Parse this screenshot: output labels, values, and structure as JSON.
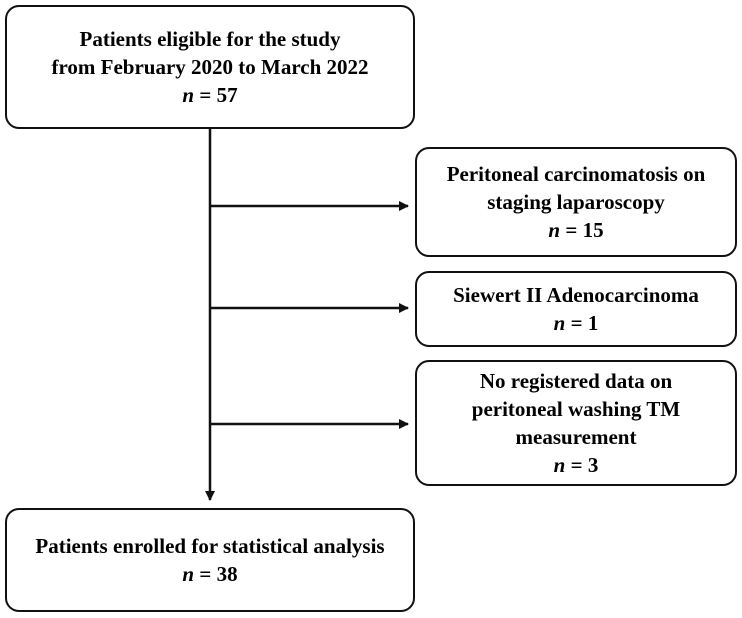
{
  "flowchart": {
    "eligible": {
      "line1": "Patients eligible for the study",
      "line2": "from February 2020 to March 2022",
      "n_label": "n",
      "n_value": "= 57"
    },
    "exclusions": [
      {
        "line1": "Peritoneal carcinomatosis on",
        "line2": "staging laparoscopy",
        "n_label": "n",
        "n_value": "= 15"
      },
      {
        "line1": "Siewert II Adenocarcinoma",
        "n_label": "n",
        "n_value": "= 1"
      },
      {
        "line1": "No registered data on",
        "line2": "peritoneal washing TM",
        "line3": "measurement",
        "n_label": "n",
        "n_value": "= 3"
      }
    ],
    "enrolled": {
      "line1": "Patients enrolled for statistical analysis",
      "n_label": "n",
      "n_value": "= 38"
    }
  }
}
